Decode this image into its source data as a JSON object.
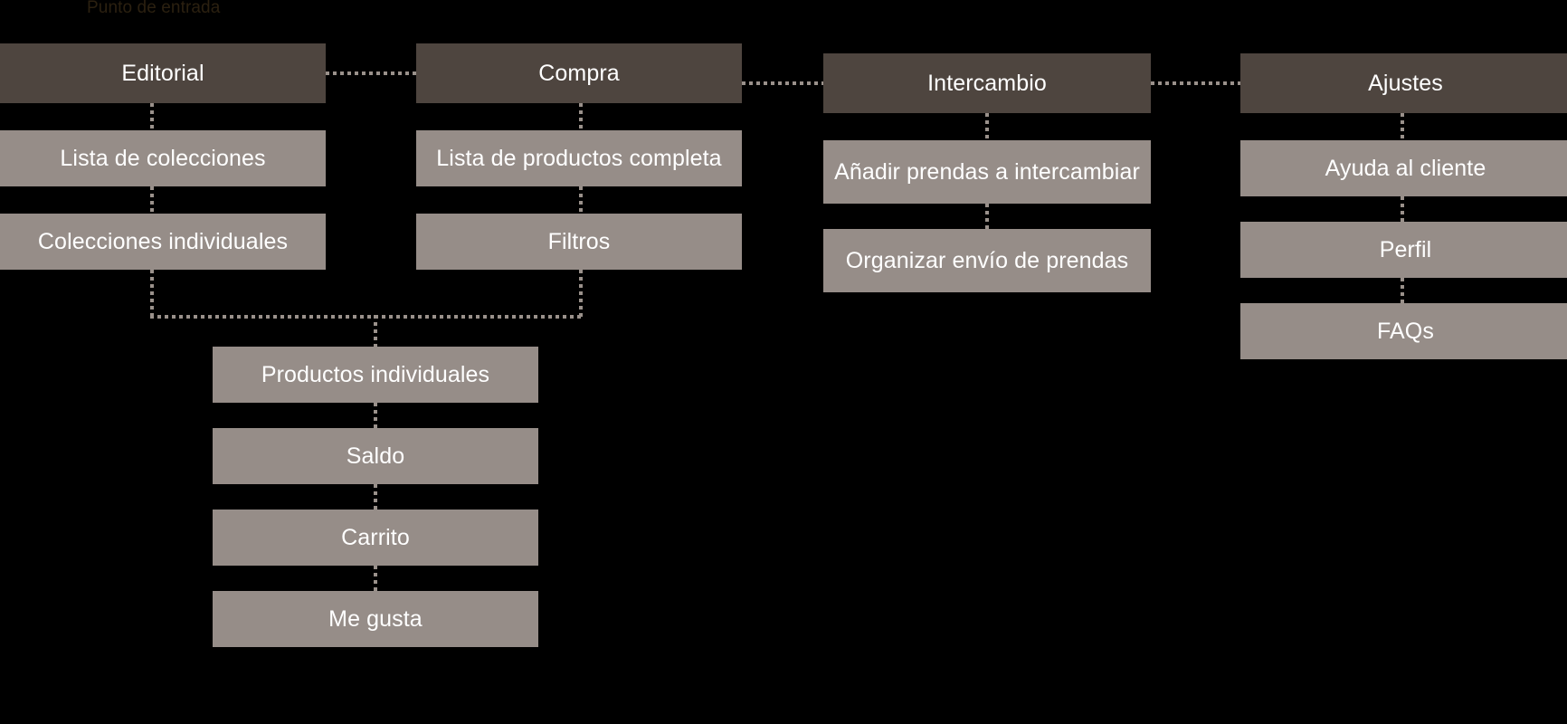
{
  "diagram": {
    "title_label": "Punto de entrada",
    "background_color": "#000000",
    "level1_color": "#4e453f",
    "level2_color": "#968d88",
    "connector_color": "#9a918b",
    "text_color": "#ffffff",
    "entry_label_color": "#2b2010"
  },
  "columns": [
    {
      "name": "editorial",
      "root": {
        "label": "Editorial"
      },
      "children": [
        {
          "label": "Lista de colecciones"
        },
        {
          "label": "Colecciones individuales"
        }
      ]
    },
    {
      "name": "compra",
      "root": {
        "label": "Compra"
      },
      "children": [
        {
          "label": "Lista de productos completa"
        },
        {
          "label": "Filtros"
        }
      ]
    },
    {
      "name": "intercambio",
      "root": {
        "label": "Intercambio"
      },
      "children": [
        {
          "label": "Añadir prendas a intercambiar"
        },
        {
          "label": "Organizar envío de prendas"
        }
      ]
    },
    {
      "name": "ajustes",
      "root": {
        "label": "Ajustes"
      },
      "children": [
        {
          "label": "Ayuda al cliente"
        },
        {
          "label": "Perfil"
        },
        {
          "label": "FAQs"
        }
      ]
    }
  ],
  "shared_branch": {
    "nodes": [
      {
        "label": "Productos individuales"
      },
      {
        "label": "Saldo"
      },
      {
        "label": "Carrito"
      },
      {
        "label": "Me gusta"
      }
    ]
  }
}
